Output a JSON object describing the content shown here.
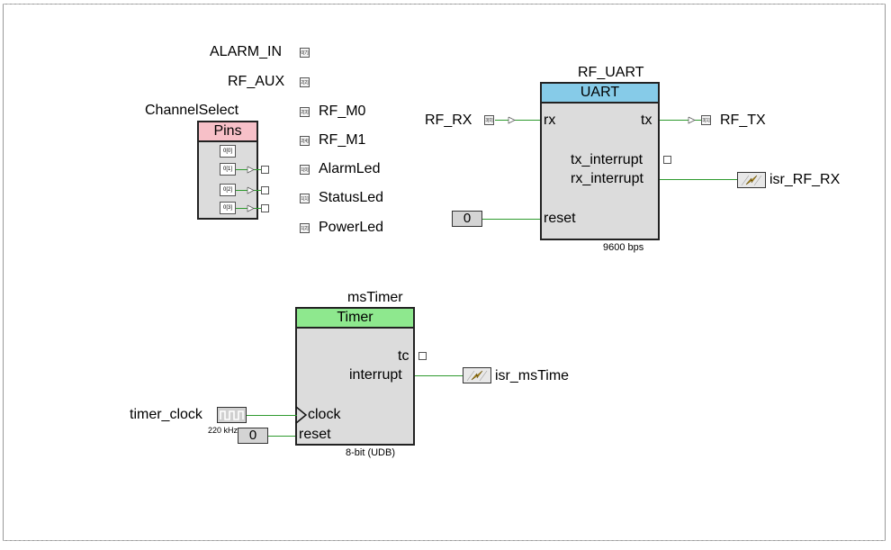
{
  "ports": {
    "alarm_in": {
      "label": "ALARM_IN",
      "tag": "0[7]"
    },
    "rf_aux": {
      "label": "RF_AUX",
      "tag": "2[2]"
    },
    "rf_m0": {
      "label": "RF_M0",
      "tag": "2[3]"
    },
    "rf_m1": {
      "label": "RF_M1",
      "tag": "2[4]"
    },
    "alarm_led": {
      "label": "AlarmLed",
      "tag": "1[0]"
    },
    "status_led": {
      "label": "StatusLed",
      "tag": "1[1]"
    },
    "power_led": {
      "label": "PowerLed",
      "tag": "1[2]"
    },
    "rf_rx": {
      "label": "RF_RX",
      "tag": "3[0]"
    },
    "rf_tx": {
      "label": "RF_TX",
      "tag": "3[1]"
    }
  },
  "channel_select": {
    "instance": "ChannelSelect",
    "type": "Pins",
    "pins": [
      "0[0]",
      "0[1]",
      "0[2]",
      "0[3]"
    ]
  },
  "uart": {
    "instance": "RF_UART",
    "type": "UART",
    "pin_rx": "rx",
    "pin_tx": "tx",
    "pin_tx_interrupt": "tx_interrupt",
    "pin_rx_interrupt": "rx_interrupt",
    "pin_reset": "reset",
    "footer": "9600 bps",
    "reset_const": "0",
    "isr": "isr_RF_RX"
  },
  "timer": {
    "instance": "msTimer",
    "type": "Timer",
    "pin_tc": "tc",
    "pin_interrupt": "interrupt",
    "pin_clock": "clock",
    "pin_reset": "reset",
    "footer": "8-bit (UDB)",
    "isr": "isr_msTime",
    "clock_name": "timer_clock",
    "clock_freq": "220 kHz",
    "reset_const": "0"
  },
  "colors": {
    "pins_header": "#f7c0c8",
    "uart_header": "#86cbe8",
    "timer_header": "#8ee88e",
    "wire": "#2e9a2e"
  }
}
